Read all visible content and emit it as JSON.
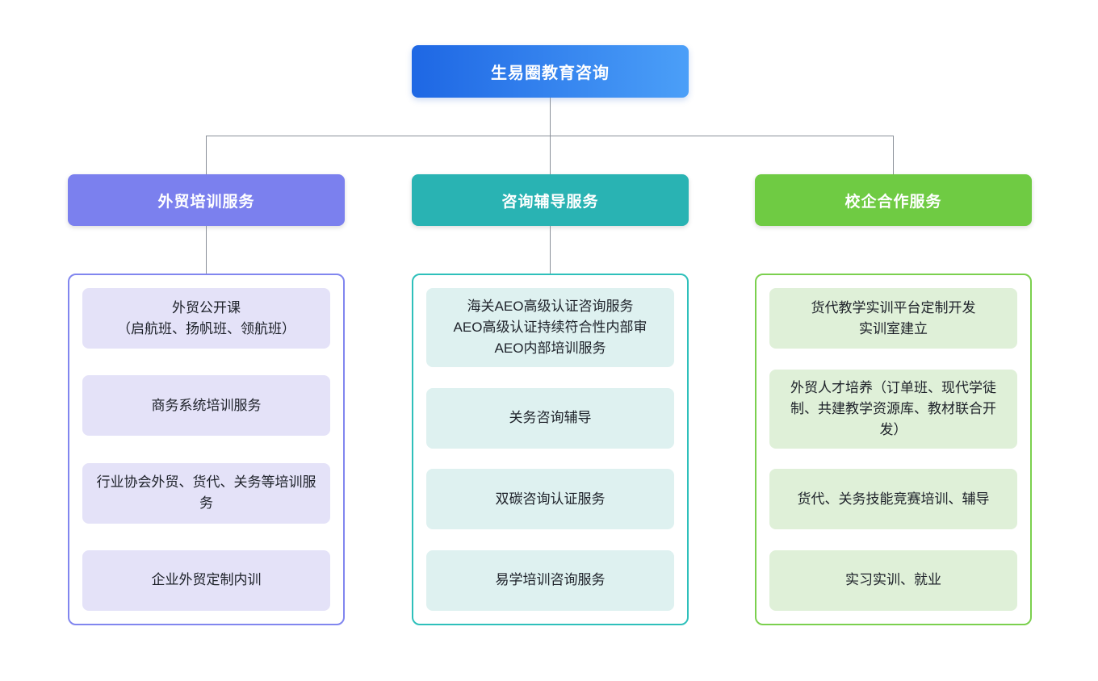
{
  "root": {
    "label": "生易圈教育咨询"
  },
  "colors": {
    "root_gradient_from": "#1e67e4",
    "root_gradient_to": "#4b9ff8",
    "connector": "#8a9099",
    "item_text": "#1d2129"
  },
  "branches": [
    {
      "id": "trade-training",
      "label": "外贸培训服务",
      "header_color": "#7b80ee",
      "border_color": "#8186ef",
      "item_bg": "#e4e2f8",
      "connector_to_container": true,
      "items": [
        {
          "lines": [
            "外贸公开课",
            "（启航班、扬帆班、领航班）"
          ]
        },
        {
          "lines": [
            "商务系统培训服务"
          ]
        },
        {
          "lines": [
            "行业协会外贸、货代、关务等培训服务"
          ]
        },
        {
          "lines": [
            "企业外贸定制内训"
          ]
        }
      ]
    },
    {
      "id": "consulting-coaching",
      "label": "咨询辅导服务",
      "header_color": "#29b3b3",
      "border_color": "#2ec0bb",
      "item_bg": "#def1f0",
      "connector_to_container": true,
      "items": [
        {
          "lines": [
            "海关AEO高级认证咨询服务",
            "AEO高级认证持续符合性内部审",
            "AEO内部培训服务"
          ]
        },
        {
          "lines": [
            "关务咨询辅导"
          ]
        },
        {
          "lines": [
            "双碳咨询认证服务"
          ]
        },
        {
          "lines": [
            "易学培训咨询服务"
          ]
        }
      ]
    },
    {
      "id": "school-enterprise",
      "label": "校企合作服务",
      "header_color": "#6fcb43",
      "border_color": "#7bd04e",
      "item_bg": "#dff0d8",
      "connector_to_container": false,
      "items": [
        {
          "lines": [
            "货代教学实训平台定制开发",
            "实训室建立"
          ]
        },
        {
          "lines": [
            "外贸人才培养（订单班、现代学徒制、共建教学资源库、教材联合开发）"
          ]
        },
        {
          "lines": [
            "货代、关务技能竞赛培训、辅导"
          ]
        },
        {
          "lines": [
            "实习实训、就业"
          ]
        }
      ]
    }
  ]
}
